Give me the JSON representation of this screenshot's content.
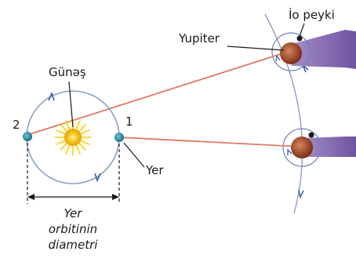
{
  "labels": {
    "sun": "Günəş",
    "jupiter": "Yupiter",
    "io": "İo peyki",
    "earth": "Yer",
    "position_1": "1",
    "position_2": "2"
  },
  "caption": {
    "line1": "Yer",
    "line2": "orbitinin",
    "line3": "diametri"
  },
  "colors": {
    "sight_line": "#e07860",
    "earth_orbit": "#8aa0c4",
    "jupiter_orbit": "#8aa0c4",
    "sun": "#f5c518",
    "earth": "#2e8fa8",
    "jupiter": "#a84a30",
    "shadow_cone": "#8a72b0"
  }
}
